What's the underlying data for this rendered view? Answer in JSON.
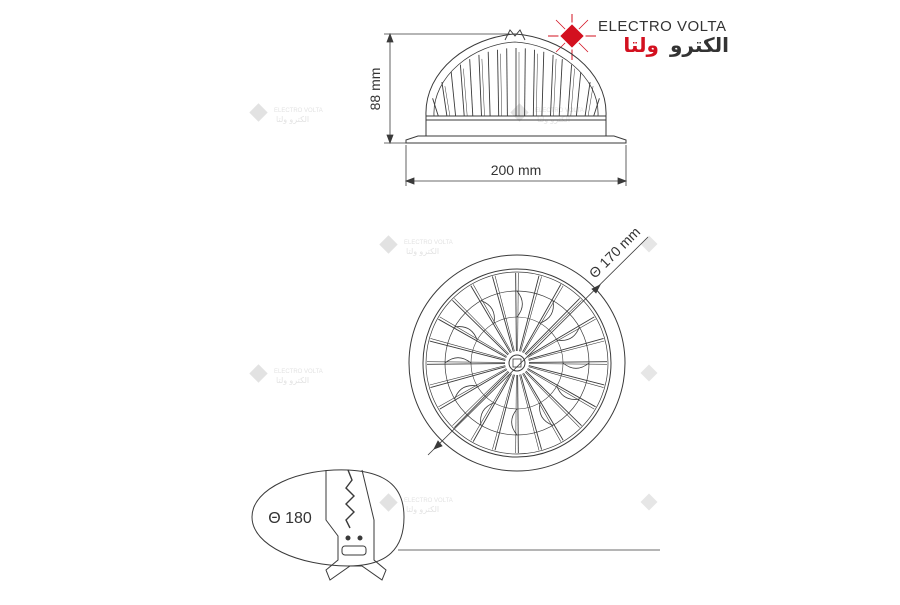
{
  "brand": {
    "name_en": "ELECTRO VOLTA",
    "name_ar_red": "ولتا",
    "name_ar_dark": "الكترو",
    "accent_color": "#d3101f",
    "text_color": "#333333"
  },
  "watermark": {
    "line1": "ELECTRO VOLTA",
    "line2": "الكترو ولتا"
  },
  "dimensions": {
    "height": "88 mm",
    "width": "200 mm",
    "inner_diameter": "Θ 170 mm",
    "cutout": "Θ 180"
  },
  "colors": {
    "line": "#3a3a3a",
    "watermark": "#d8d8d8"
  }
}
